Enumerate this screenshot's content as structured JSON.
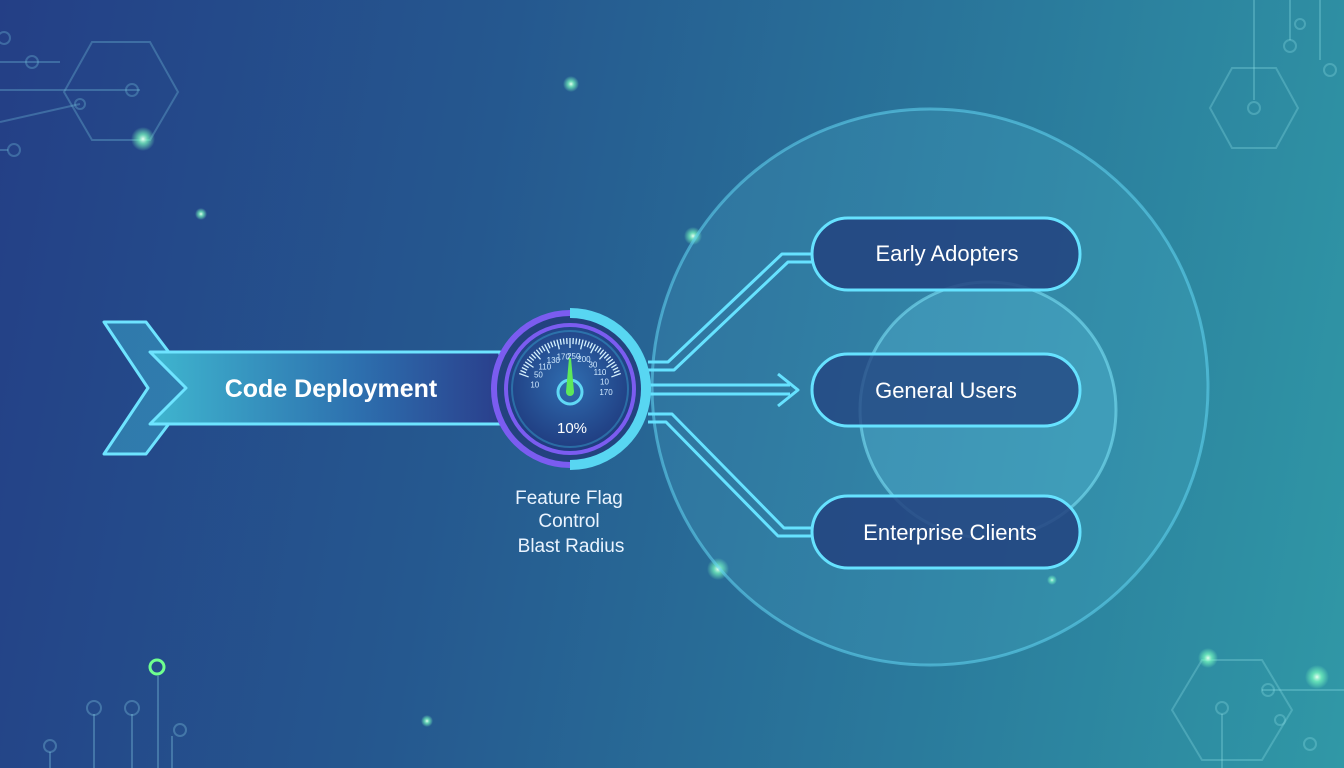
{
  "deployment": {
    "label": "Code Deployment"
  },
  "gauge": {
    "percent_label": "10%",
    "tick_labels": [
      "10",
      "50",
      "110",
      "130",
      "170",
      "250",
      "200",
      "30",
      "110",
      "10",
      "170"
    ],
    "caption_lines": [
      "Feature Flag",
      "Control",
      "Blast Radius"
    ]
  },
  "segments": [
    {
      "label": "Early Adopters"
    },
    {
      "label": "General Users"
    },
    {
      "label": "Enterprise Clients"
    }
  ],
  "colors": {
    "accent": "#5fe0ff",
    "gauge_ring": "#7b5cf0",
    "needle": "#5ee85a",
    "pill_fill": "#23427f"
  }
}
